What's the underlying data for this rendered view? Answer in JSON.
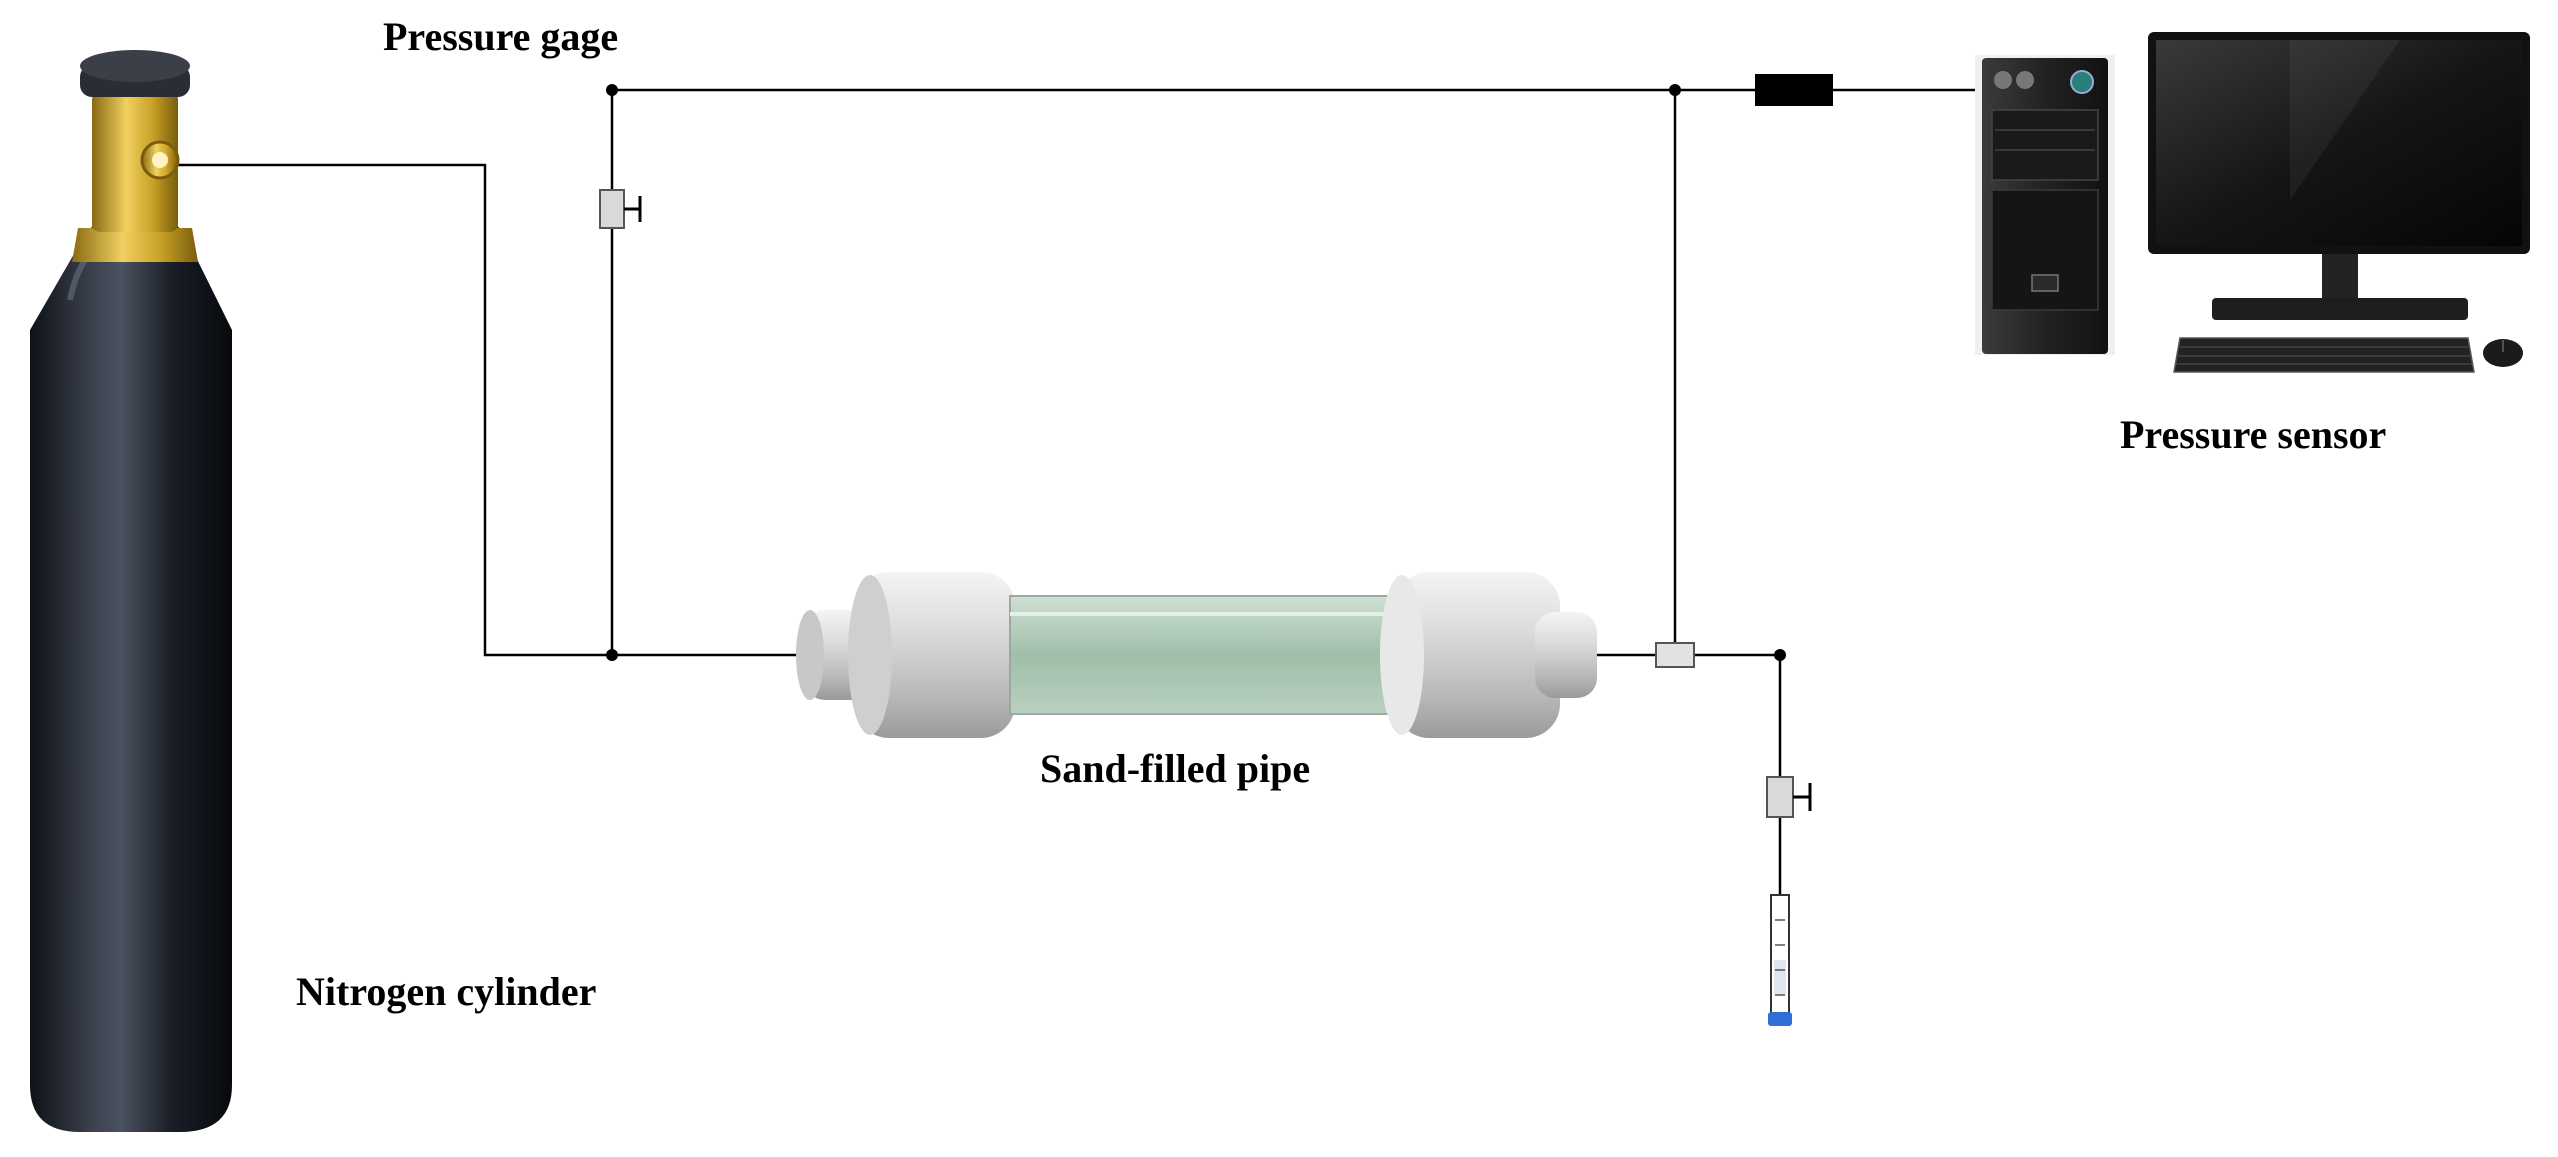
{
  "labels": {
    "pressure_gage": "Pressure gage",
    "pressure_sensor": "Pressure sensor",
    "sand_filled_pipe": "Sand-filled pipe",
    "nitrogen_cylinder": "Nitrogen cylinder"
  },
  "colors": {
    "line": "#000000",
    "cylinder_body": "#1b1f27",
    "brass": "#c9a227",
    "pipe_metal": "#d6d6d6",
    "pipe_glass": "#a9c6b2",
    "monitor_screen": "#1a1a1a",
    "collection_tube_tip": "#2f6fd6",
    "sensor_block": "#000000"
  },
  "icons": {
    "cylinder": "gas-cylinder-icon",
    "valve": "needle-valve-icon",
    "computer": "desktop-computer-icon",
    "tube": "graduated-cylinder-icon"
  }
}
